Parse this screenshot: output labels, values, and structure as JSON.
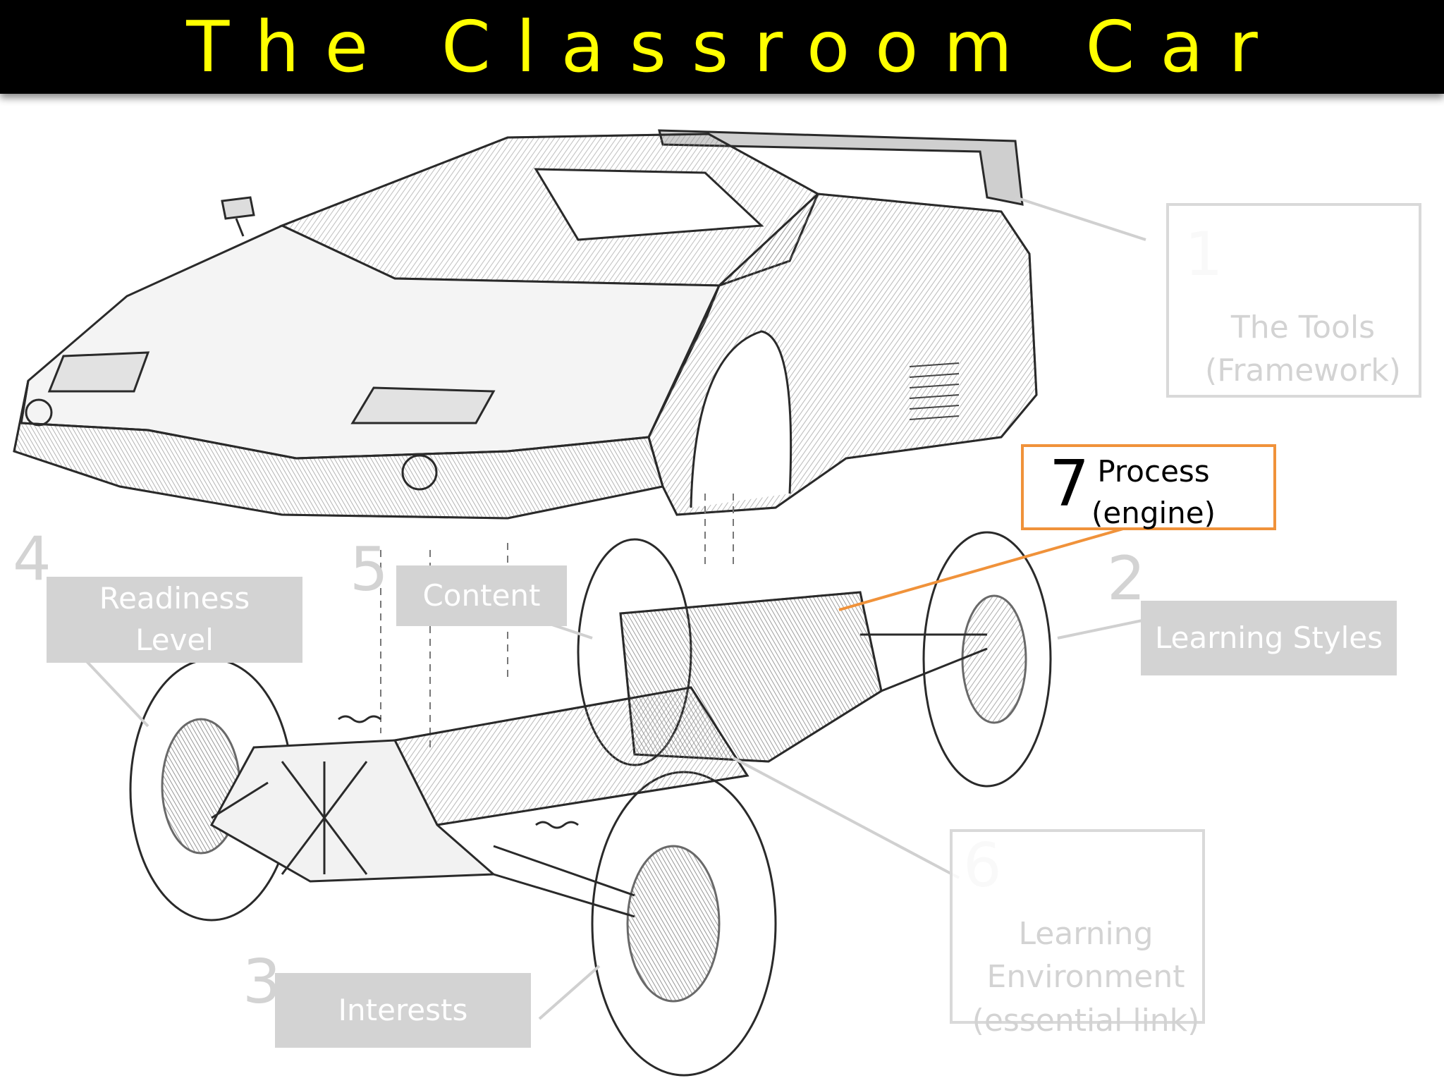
{
  "title": "The Classroom Car",
  "components": [
    {
      "number": "1",
      "label": "The Tools\n(Framework)"
    },
    {
      "number": "2",
      "label": "Learning Styles"
    },
    {
      "number": "3",
      "label": "Interests"
    },
    {
      "number": "4",
      "label": "Readiness\nLevel"
    },
    {
      "number": "5",
      "label": "Content"
    },
    {
      "number": "6",
      "label": "Learning\nEnvironment\n(essential link)"
    },
    {
      "number": "7",
      "label": "Process\n(engine)"
    }
  ],
  "colors": {
    "title_bar": "#000000",
    "title_text": "#ffff00",
    "label_grey": "#d3d3d3",
    "highlight": "#f0923a"
  }
}
